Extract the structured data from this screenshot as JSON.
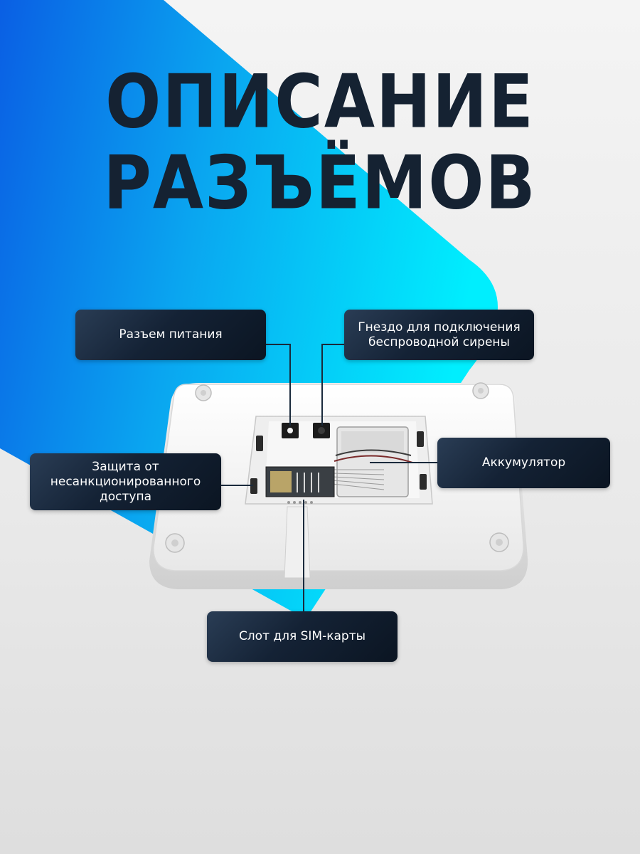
{
  "title": {
    "line1": "ОПИСАНИЕ",
    "line2": "РАЗЪЁМОВ"
  },
  "labels": {
    "power": "Разъем питания",
    "siren_line1": "Гнездо для подключения",
    "siren_line2": "беспроводной сирены",
    "tamper_line1": "Защита от",
    "tamper_line2": "несанкционированного",
    "tamper_line3": "доступа",
    "battery": "Аккумулятор",
    "sim": "Слот для SIM-карты"
  },
  "colors": {
    "title": "#152232",
    "label_bg": "#142235",
    "gradient_start": "#0a63e6",
    "gradient_end": "#00e5ff",
    "leader_line": "#1a2a3c"
  }
}
